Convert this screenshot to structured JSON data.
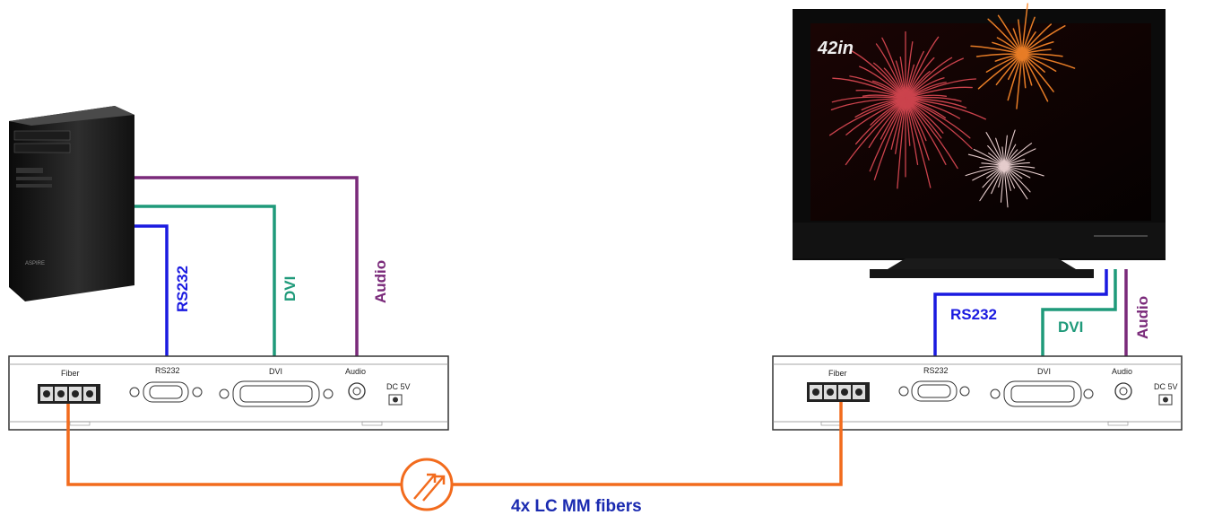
{
  "colors": {
    "rs232": "#1a1ae0",
    "dvi": "#1f9a7a",
    "audio": "#7a2a7a",
    "fiber": "#f26b1d",
    "fiber_label": "#1a2ab0"
  },
  "tv": {
    "badge": "42in"
  },
  "cable_labels": {
    "left": {
      "rs232": "RS232",
      "dvi": "DVI",
      "audio": "Audio"
    },
    "right": {
      "rs232": "RS232",
      "dvi": "DVI",
      "audio": "Audio"
    }
  },
  "transmitter": {
    "ports": {
      "fiber": "Fiber",
      "rs232": "RS232",
      "dvi": "DVI",
      "audio": "Audio",
      "power": "DC 5V"
    }
  },
  "receiver": {
    "ports": {
      "fiber": "Fiber",
      "rs232": "RS232",
      "dvi": "DVI",
      "audio": "Audio",
      "power": "DC 5V"
    }
  },
  "fiber_link": {
    "label": "4x LC MM fibers",
    "icon": "optical-signal-icon"
  }
}
